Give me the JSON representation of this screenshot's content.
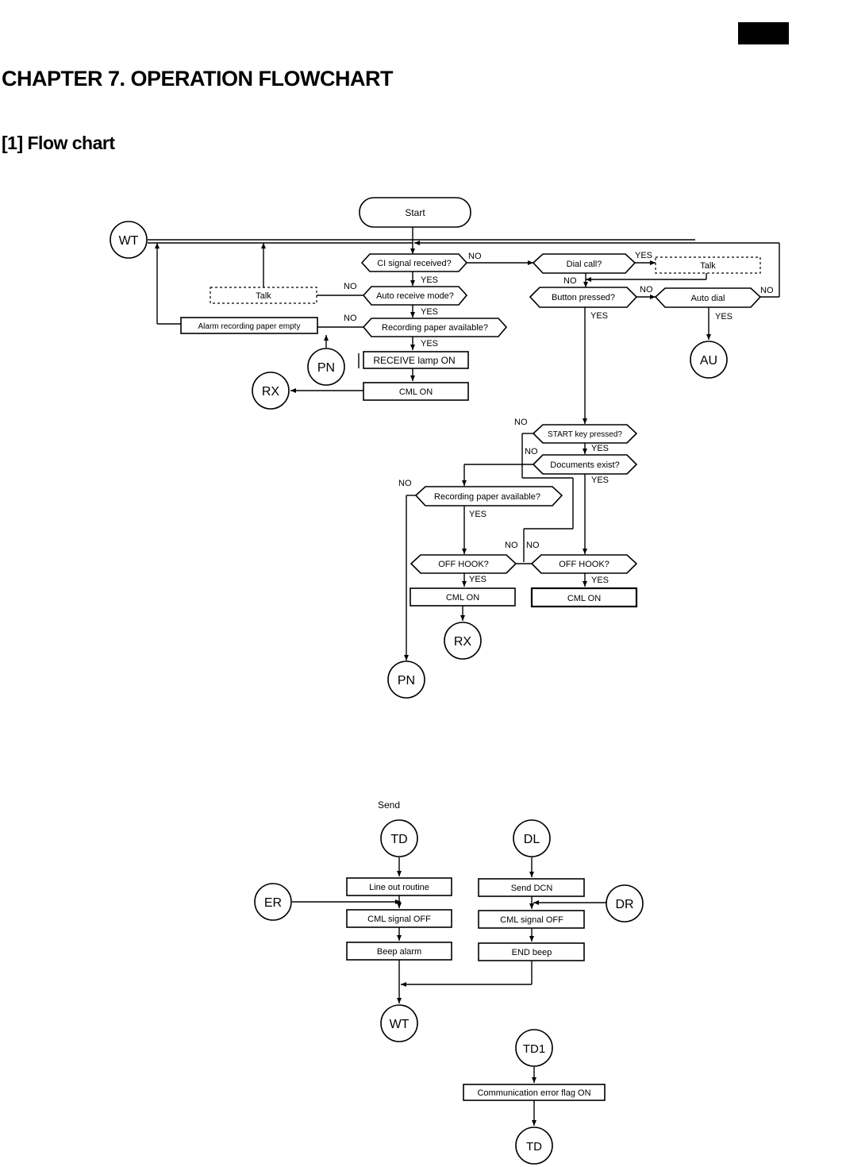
{
  "page": {
    "chapter_title": "CHAPTER 7. OPERATION FLOWCHART",
    "section_title": "[1] Flow chart"
  },
  "receive_flow": {
    "start": "Start",
    "ci_signal": "CI signal received?",
    "auto_receive": "Auto receive mode?",
    "recording_paper": "Recording paper available?",
    "receive_lamp": "RECEIVE lamp ON",
    "cml_on": "CML ON",
    "alarm": "Alarm recording paper empty",
    "talk": "Talk",
    "dial_call": "Dial call?",
    "talk_2": "Talk",
    "button_pressed": "Button pressed?",
    "auto_dial": "Auto dial",
    "start_key": "START key pressed?",
    "documents_exist": "Documents exist?",
    "recording_paper_2": "Recording paper available?",
    "off_hook_left": "OFF HOOK?",
    "off_hook_right": "OFF HOOK?",
    "cml_on_left": "CML ON",
    "cml_on_right": "CML ON"
  },
  "send_flow": {
    "label": "Send",
    "line_out": "Line out routine",
    "cml_off": "CML signal OFF",
    "beep_alarm": "Beep alarm",
    "send_dcn": "Send DCN",
    "cml_off_2": "CML signal OFF",
    "end_beep": "END beep",
    "comm_error": "Communication error flag ON"
  },
  "labels": {
    "yes": "YES",
    "no": "NO"
  },
  "connectors": {
    "wt": "WT",
    "rx": "RX",
    "pn": "PN",
    "au": "AU",
    "td": "TD",
    "dl": "DL",
    "er": "ER",
    "dr": "DR",
    "td1": "TD1"
  }
}
